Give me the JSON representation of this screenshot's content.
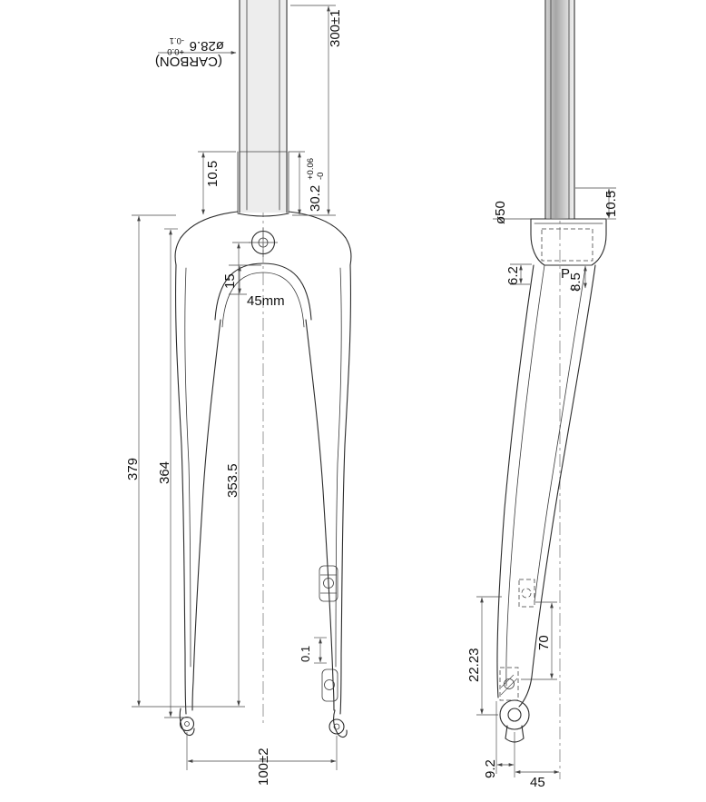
{
  "drawing": {
    "front_view": {
      "steerer_diameter": {
        "value": "ø28.6",
        "tol_plus": "+0.0",
        "tol_minus": "-0.1"
      },
      "material": "(CARBON)",
      "steerer_length": "300±1",
      "race_to_crown": "10.5",
      "race_diameter": {
        "value": "30.2",
        "tol_plus": "+0.06",
        "tol_minus": "-0"
      },
      "crown_center_offset": "15",
      "arch_label": "45mm",
      "axle_to_crown_overall": "379",
      "axle_to_race": "364",
      "axle_to_crown_center": "353.5",
      "runout": "0.1",
      "dropout_spacing": "100±2"
    },
    "side_view": {
      "crown_diameter": "ø50",
      "race_to_crown": "10.5",
      "dim_6_2": "6.2",
      "dim_8_5": "8.5",
      "datum": "P",
      "mount_spacing": "70",
      "dropout_width": "22.23",
      "dropout_offset": "9.2",
      "rake": "45"
    }
  }
}
